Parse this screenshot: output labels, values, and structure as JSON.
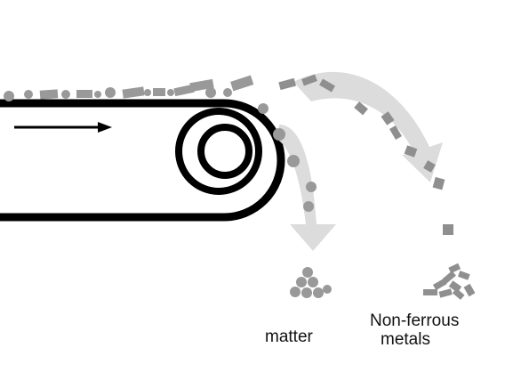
{
  "labels": {
    "matter": "matter",
    "nonferrous_line1": "Non-ferrous",
    "nonferrous_line2": "metals"
  },
  "colors": {
    "belt": "#000000",
    "particles": "#999999",
    "trajectory": "#dcdcdc",
    "text": "#111111"
  }
}
